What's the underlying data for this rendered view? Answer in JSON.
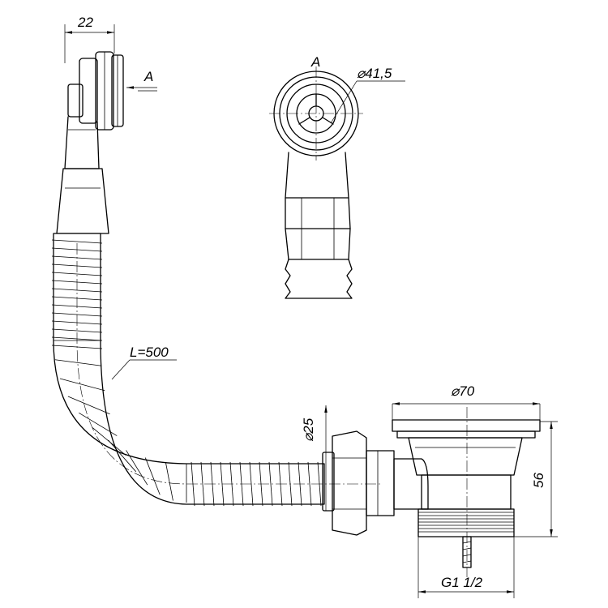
{
  "labels": {
    "top_width": "22",
    "view_arrow": "A",
    "view_title": "A",
    "overflow_diameter": "⌀41,5",
    "hose_length": "L=500",
    "pipe_diameter": "⌀25",
    "strainer_diameter": "⌀70",
    "height": "56",
    "thread": "G1 1/2"
  }
}
